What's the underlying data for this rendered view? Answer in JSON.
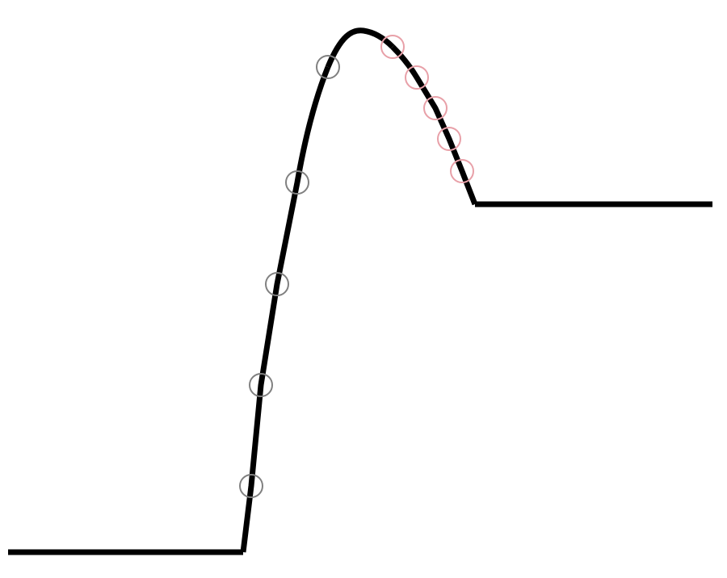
{
  "diagram": {
    "kind": "curve-with-marked-points",
    "colors": {
      "background": "#ffffff",
      "curve": "#000000",
      "rising_markers": "#808080",
      "falling_markers": "#e8a0a8"
    },
    "segments": [
      {
        "name": "low-baseline"
      },
      {
        "name": "rising-edge"
      },
      {
        "name": "peak"
      },
      {
        "name": "falling-edge"
      },
      {
        "name": "high-baseline"
      }
    ],
    "marker_groups": [
      {
        "name": "rising-edge-markers",
        "color": "#808080",
        "count": 5
      },
      {
        "name": "falling-edge-markers",
        "color": "#e8a0a8",
        "count": 5
      }
    ]
  }
}
